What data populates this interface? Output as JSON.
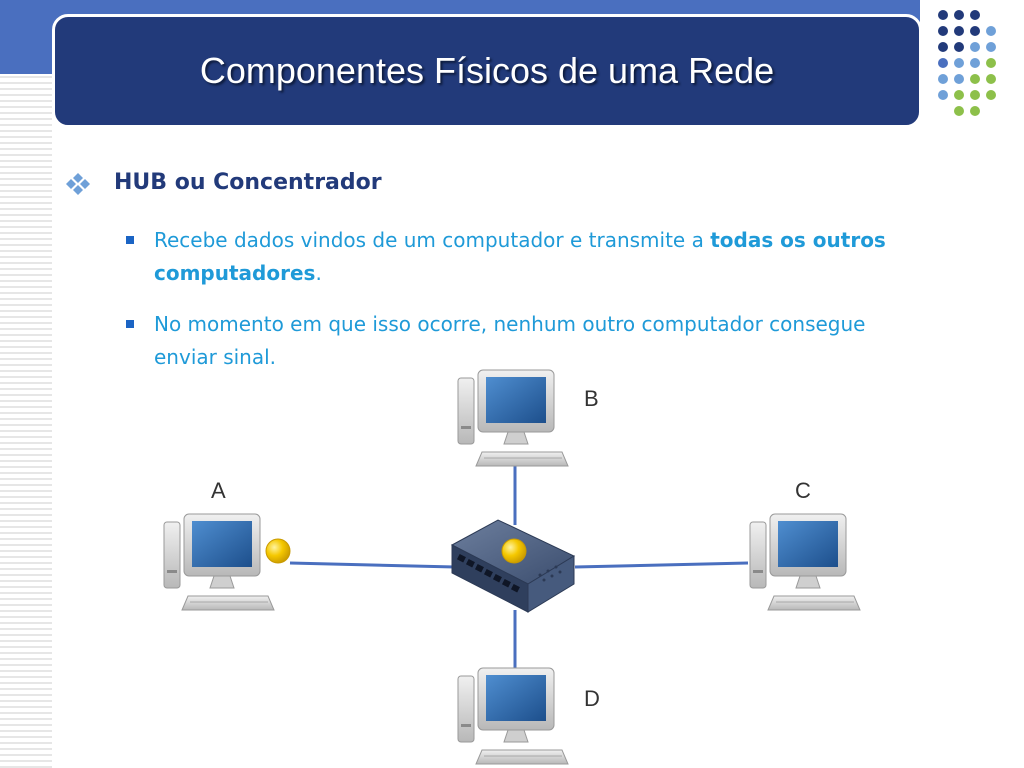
{
  "slide": {
    "title": "Componentes Físicos de uma Rede"
  },
  "content": {
    "heading": "HUB ou Concentrador",
    "bullets": [
      {
        "text_before": "Recebe dados vindos de um computador e transmite a ",
        "bold": "todas os outros computadores",
        "text_after": "."
      },
      {
        "text": "No momento em que isso ocorre, nenhum outro computador consegue enviar sinal."
      }
    ]
  },
  "diagram": {
    "nodes": [
      {
        "id": "A",
        "label": "A",
        "signal": true
      },
      {
        "id": "B",
        "label": "B",
        "signal": false
      },
      {
        "id": "C",
        "label": "C",
        "signal": false
      },
      {
        "id": "D",
        "label": "D",
        "signal": false
      }
    ],
    "hub": {
      "signal": true
    },
    "colors": {
      "link": "#4a6fbf",
      "signal": "#f2c400",
      "title_bg": "#223a7a",
      "accent_text": "#1f9ad8",
      "heading_text": "#223a7a"
    }
  },
  "icons": {
    "bullet_main": "diamond-bullet-icon",
    "bullet_sub": "square-bullet-icon",
    "computer": "computer-icon",
    "hub": "network-hub-icon",
    "signal": "signal-dot-icon"
  }
}
